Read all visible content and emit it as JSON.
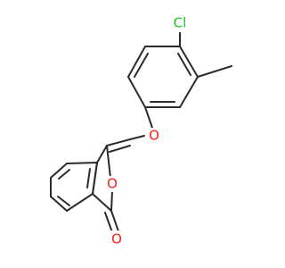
{
  "colors": {
    "bond": "#2b2b2b",
    "carbon_text": "#2b2b2b",
    "oxygen": "#ff1a1a",
    "chlorine": "#22c022",
    "background": "#ffffff"
  },
  "molecule": {
    "atoms": {
      "chlorine": {
        "label": "Cl"
      },
      "ether_oxygen": {
        "label": "O"
      },
      "ring_oxygen": {
        "label": "O"
      },
      "carbonyl_oxygen": {
        "label": "O"
      }
    }
  }
}
